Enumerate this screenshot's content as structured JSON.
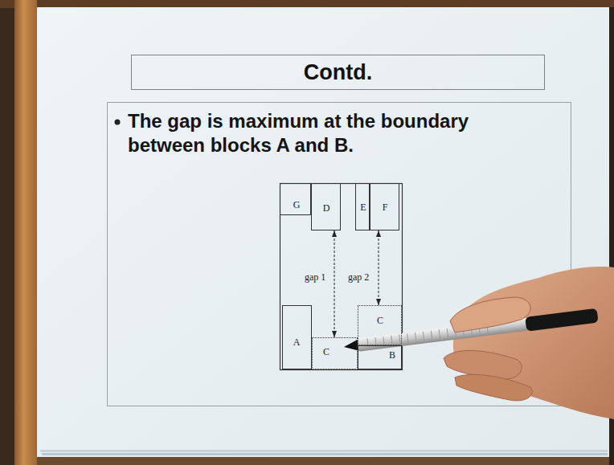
{
  "diagram": {
    "title": "Contd.",
    "nodes": [
      {
        "text": [
          "G"
        ]
      },
      {
        "text": [
          "D"
        ]
      },
      {
        "text": [
          "E"
        ]
      },
      {
        "text": [
          "F"
        ]
      },
      {
        "text": [
          "C"
        ]
      },
      {
        "text": [
          "A"
        ]
      },
      {
        "text": [
          "C"
        ]
      },
      {
        "text": [
          "B"
        ]
      }
    ],
    "edges": [
      {
        "from": 1,
        "to": 6,
        "arrow": "both",
        "label": "gap 1"
      },
      {
        "from": 3,
        "to": 4,
        "arrow": "both",
        "label": "gap 2"
      }
    ],
    "labels": [
      "The gap is maximum at the boundary between blocks A and B."
    ]
  }
}
